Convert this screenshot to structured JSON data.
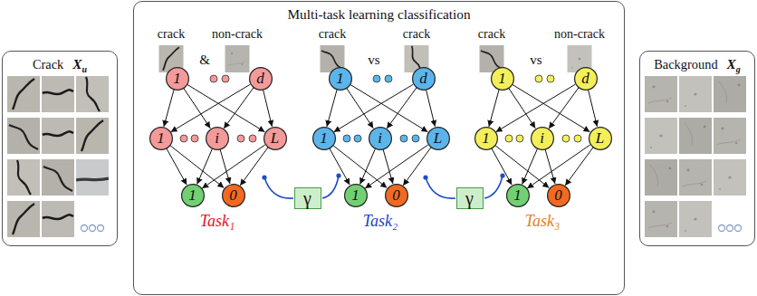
{
  "diagram": {
    "nodes": [
      {
        "text": [
          "Crack",
          "X",
          "u"
        ]
      },
      {
        "text": [
          "Multi-task learning classification"
        ]
      },
      {
        "text": [
          "1"
        ],
        "in": 1
      },
      {
        "text": [
          "d"
        ],
        "in": 1
      },
      {
        "text": [
          "1"
        ],
        "in": 1
      },
      {
        "text": [
          "i"
        ],
        "in": 1
      },
      {
        "text": [
          "L"
        ],
        "in": 1
      },
      {
        "text": [
          "1"
        ],
        "in": 1
      },
      {
        "text": [
          "0"
        ],
        "in": 1
      },
      {
        "text": [
          "γ"
        ],
        "in": 1
      },
      {
        "text": [
          "1"
        ],
        "in": 1
      },
      {
        "text": [
          "d"
        ],
        "in": 1
      },
      {
        "text": [
          "1"
        ],
        "in": 1
      },
      {
        "text": [
          "i"
        ],
        "in": 1
      },
      {
        "text": [
          "L"
        ],
        "in": 1
      },
      {
        "text": [
          "1"
        ],
        "in": 1
      },
      {
        "text": [
          "0"
        ],
        "in": 1
      },
      {
        "text": [
          "γ"
        ],
        "in": 1
      },
      {
        "text": [
          "1"
        ],
        "in": 1
      },
      {
        "text": [
          "d"
        ],
        "in": 1
      },
      {
        "text": [
          "1"
        ],
        "in": 1
      },
      {
        "text": [
          "i"
        ],
        "in": 1
      },
      {
        "text": [
          "L"
        ],
        "in": 1
      },
      {
        "text": [
          "1"
        ],
        "in": 1
      },
      {
        "text": [
          "0"
        ],
        "in": 1
      },
      {
        "text": [
          "Background",
          "X",
          "g"
        ]
      }
    ],
    "edges": [
      {
        "from": 2,
        "to": 4,
        "arrow": "to"
      },
      {
        "from": 2,
        "to": 5,
        "arrow": "to"
      },
      {
        "from": 2,
        "to": 6,
        "arrow": "to"
      },
      {
        "from": 3,
        "to": 4,
        "arrow": "to"
      },
      {
        "from": 3,
        "to": 5,
        "arrow": "to"
      },
      {
        "from": 3,
        "to": 6,
        "arrow": "to"
      },
      {
        "from": 4,
        "to": 7,
        "arrow": "to"
      },
      {
        "from": 4,
        "to": 8,
        "arrow": "to"
      },
      {
        "from": 5,
        "to": 7,
        "arrow": "to"
      },
      {
        "from": 5,
        "to": 8,
        "arrow": "to"
      },
      {
        "from": 6,
        "to": 7,
        "arrow": "to"
      },
      {
        "from": 6,
        "to": 8,
        "arrow": "to"
      },
      {
        "from": 10,
        "to": 12,
        "arrow": "to"
      },
      {
        "from": 10,
        "to": 13,
        "arrow": "to"
      },
      {
        "from": 10,
        "to": 14,
        "arrow": "to"
      },
      {
        "from": 11,
        "to": 12,
        "arrow": "to"
      },
      {
        "from": 11,
        "to": 13,
        "arrow": "to"
      },
      {
        "from": 11,
        "to": 14,
        "arrow": "to"
      },
      {
        "from": 12,
        "to": 15,
        "arrow": "to"
      },
      {
        "from": 12,
        "to": 16,
        "arrow": "to"
      },
      {
        "from": 13,
        "to": 15,
        "arrow": "to"
      },
      {
        "from": 13,
        "to": 16,
        "arrow": "to"
      },
      {
        "from": 14,
        "to": 15,
        "arrow": "to"
      },
      {
        "from": 14,
        "to": 16,
        "arrow": "to"
      },
      {
        "from": 18,
        "to": 20,
        "arrow": "to"
      },
      {
        "from": 18,
        "to": 21,
        "arrow": "to"
      },
      {
        "from": 18,
        "to": 22,
        "arrow": "to"
      },
      {
        "from": 19,
        "to": 20,
        "arrow": "to"
      },
      {
        "from": 19,
        "to": 21,
        "arrow": "to"
      },
      {
        "from": 19,
        "to": 22,
        "arrow": "to"
      },
      {
        "from": 20,
        "to": 23,
        "arrow": "to"
      },
      {
        "from": 20,
        "to": 24,
        "arrow": "to"
      },
      {
        "from": 21,
        "to": 23,
        "arrow": "to"
      },
      {
        "from": 21,
        "to": 24,
        "arrow": "to"
      },
      {
        "from": 22,
        "to": 23,
        "arrow": "to"
      },
      {
        "from": 22,
        "to": 24,
        "arrow": "to"
      }
    ],
    "labels": [
      "crack",
      "&",
      "non-crack",
      "crack",
      "vs",
      "crack",
      "crack",
      "vs",
      "non-crack",
      "Task₁",
      "Task₂",
      "Task₃"
    ]
  }
}
